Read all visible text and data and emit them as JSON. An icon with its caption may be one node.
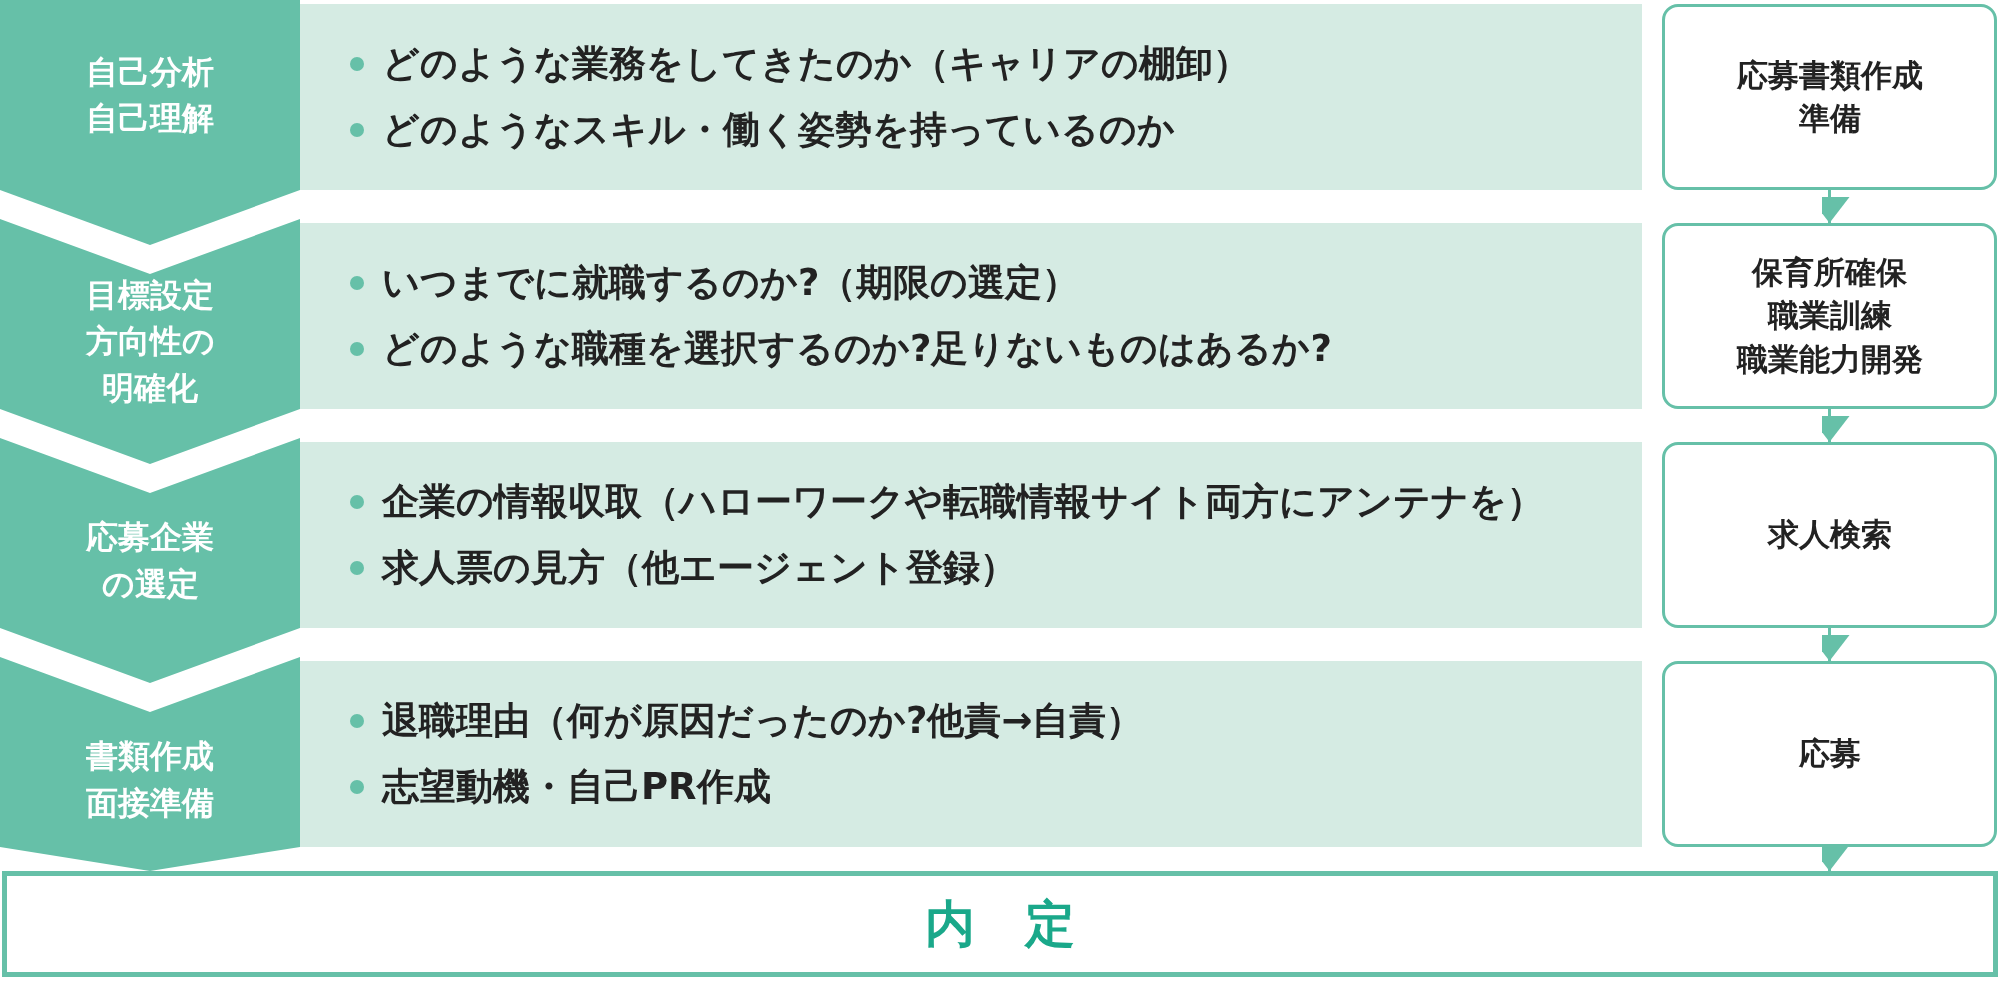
{
  "diagram": {
    "nodes": [
      {
        "text": [
          "自己分析自己理解"
        ]
      },
      {
        "text": [
          "どのような業務をしてきたのか（キャリアの棚卸）",
          "どのようなスキル・働く姿勢を持っているのか"
        ]
      },
      {
        "text": [
          "応募書類作成準備"
        ]
      },
      {
        "text": [
          "目標設定方向性の明確化"
        ]
      },
      {
        "text": [
          "いつまでに就職するのか?（期限の選定）",
          "どのような職種を選択するのか?足りないものはあるか?"
        ]
      },
      {
        "text": [
          "保育所確保",
          "職業訓練",
          "職業能力開発"
        ]
      },
      {
        "text": [
          "応募企業の選定"
        ]
      },
      {
        "text": [
          "企業の情報収取（ハローワークや転職情報サイト両方にアンテナを）",
          "求人票の見方（他エージェント登録）"
        ]
      },
      {
        "text": [
          "求人検索"
        ]
      },
      {
        "text": [
          "書類作成面接準備"
        ]
      },
      {
        "text": [
          "退職理由（何が原因だったのか?他責→自責）",
          "志望動機・自己PR作成"
        ]
      },
      {
        "text": [
          "応募"
        ]
      },
      {
        "text": [
          "内　定"
        ]
      }
    ],
    "edges": [
      {
        "from": 2,
        "to": 5,
        "arrow": "to"
      },
      {
        "from": 5,
        "to": 8,
        "arrow": "to"
      },
      {
        "from": 8,
        "to": 11,
        "arrow": "to"
      },
      {
        "from": 11,
        "to": 12,
        "arrow": "to"
      }
    ]
  }
}
